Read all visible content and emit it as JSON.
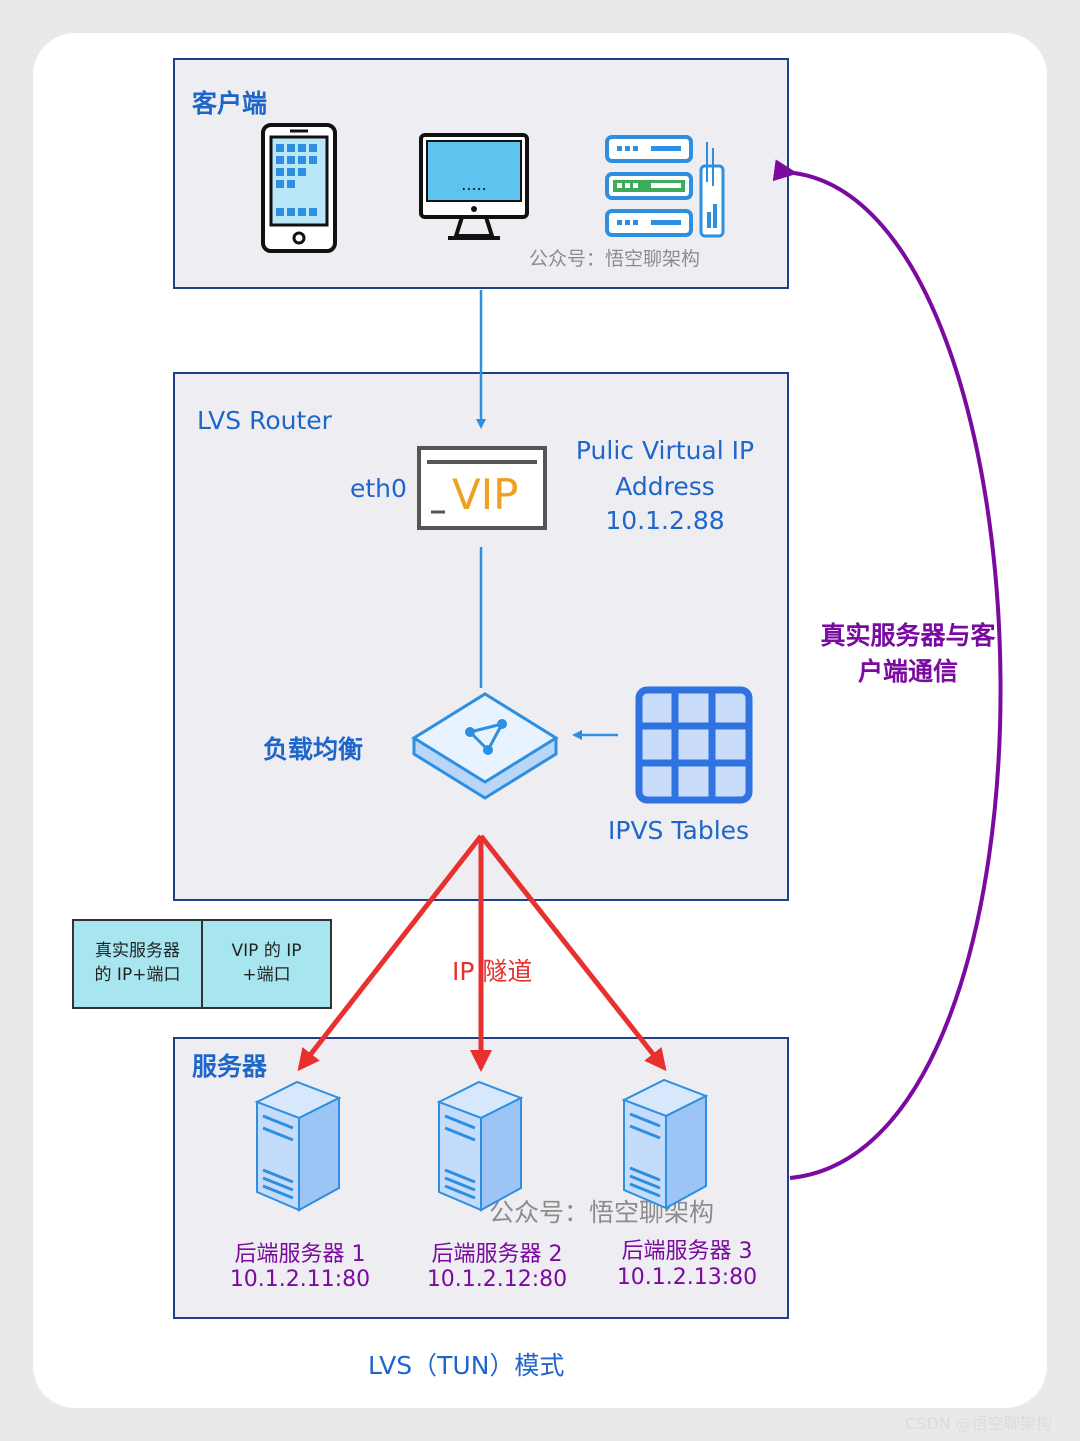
{
  "client_box": {
    "title": "客户端",
    "watermark": "公众号：悟空聊架构"
  },
  "router_box": {
    "title": "LVS Router",
    "eth_label": "eth0",
    "vip_text": "VIP",
    "vip_desc": [
      "Pulic Virtual IP",
      "Address",
      "10.1.2.88"
    ],
    "lb_label": "负载均衡",
    "ipvs_label": "IPVS Tables"
  },
  "packet": {
    "cells": [
      [
        "真实服务器",
        "的 IP+端口"
      ],
      [
        "VIP 的 IP",
        "+端口"
      ]
    ]
  },
  "tunnel_label": "IP 隧道",
  "return_label": [
    "真实服务器与客",
    "户端通信"
  ],
  "server_box": {
    "title": "服务器",
    "watermark": "公众号：悟空聊架构",
    "servers": [
      {
        "name": "后端服务器 1",
        "addr": "10.1.2.11:80"
      },
      {
        "name": "后端服务器 2",
        "addr": "10.1.2.12:80"
      },
      {
        "name": "后端服务器 3",
        "addr": "10.1.2.13:80"
      }
    ]
  },
  "caption": "LVS（TUN）模式",
  "footer_watermark": "CSDN @悟空聊架构",
  "colors": {
    "box_border": "#1f3f8a",
    "blue": "#1e66c9",
    "purple": "#7a0aa0",
    "red": "#e8302f",
    "vip_orange": "#f0a020",
    "packet_fill": "#a8e6ef"
  }
}
